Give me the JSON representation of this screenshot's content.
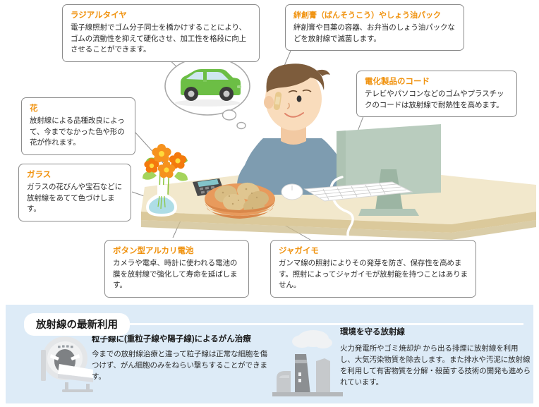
{
  "illustration": {
    "alt": "man-at-desk-with-computer-illustration",
    "thought_bubble": "green-car-thought-bubble",
    "desk_items": [
      "flower-vase",
      "calculator",
      "potato-basket",
      "keyboard",
      "mouse",
      "monitor"
    ],
    "colors": {
      "callout_title": "#f0920e",
      "callout_border": "#8c8c8c",
      "panel_background": "#ddebf7",
      "desk_top": "#f2e8cc",
      "desk_edge": "#dbc99b",
      "car_body": "#6cbe45",
      "shirt": "#7e9cb0",
      "monitor": "#b9ccbe",
      "flower": "#f08a1e",
      "potato": "#d4b87e",
      "basket": "#e08e52",
      "skin": "#f7d9b5",
      "hair": "#7d5c3c"
    }
  },
  "callouts": [
    {
      "id": "radial-tire",
      "title": "ラジアルタイヤ",
      "body": "電子線照射でゴム分子同士を橋かけすることにより、ゴムの流動性を抑えて硬化させ、加工性を格段に向上させることができます。"
    },
    {
      "id": "bandage-soy-sauce-pack",
      "title": "絆創膏（ばんそうこう）やしょう油パック",
      "body": "絆創膏や目薬の容器、お弁当のしょう油パックなどを放射線で滅菌します。"
    },
    {
      "id": "appliance-cord",
      "title": "電化製品のコード",
      "body": "テレビやパソコンなどのゴムやプラスチックのコードは放射線で耐熱性を高めます。"
    },
    {
      "id": "flower",
      "title": "花",
      "body": "放射線による品種改良によって、今までなかった色や形の花が作れます。"
    },
    {
      "id": "glass",
      "title": "ガラス",
      "body": "ガラスの花びんや宝石などに放射線をあてて色づけします。"
    },
    {
      "id": "button-alkaline-battery",
      "title": "ボタン型アルカリ電池",
      "body": "カメラや電卓、時計に使われる電池の膜を放射線で強化して寿命を延ばします。"
    },
    {
      "id": "potato",
      "title": "ジャガイモ",
      "body": "ガンマ線の照射によりその発芽を防ぎ、保存性を高めます。照射によってジャガイモが放射能を持つことはありません。"
    }
  ],
  "bottom_panel": {
    "title": "放射線の最新利用",
    "columns": [
      {
        "id": "particle-therapy",
        "icon": "ct-scanner-icon",
        "heading": "粒子線に(重粒子線や陽子線)によるがん治療",
        "body": "今までの放射線治療と違って粒子線は正常な細胞を傷つけず、がん細胞のみをねらい撃ちすることができます。"
      },
      {
        "id": "environment-protection",
        "icon": "factory-icon",
        "heading": "環境を守る放射線",
        "body": "火力発電所やゴミ焼却炉 から出る排煙に放射線を利用し、大気汚染物質を除去します。また排水や汚泥に放射線を利用して有害物質を分解・殺菌する技術の開発も進められています。"
      }
    ]
  }
}
